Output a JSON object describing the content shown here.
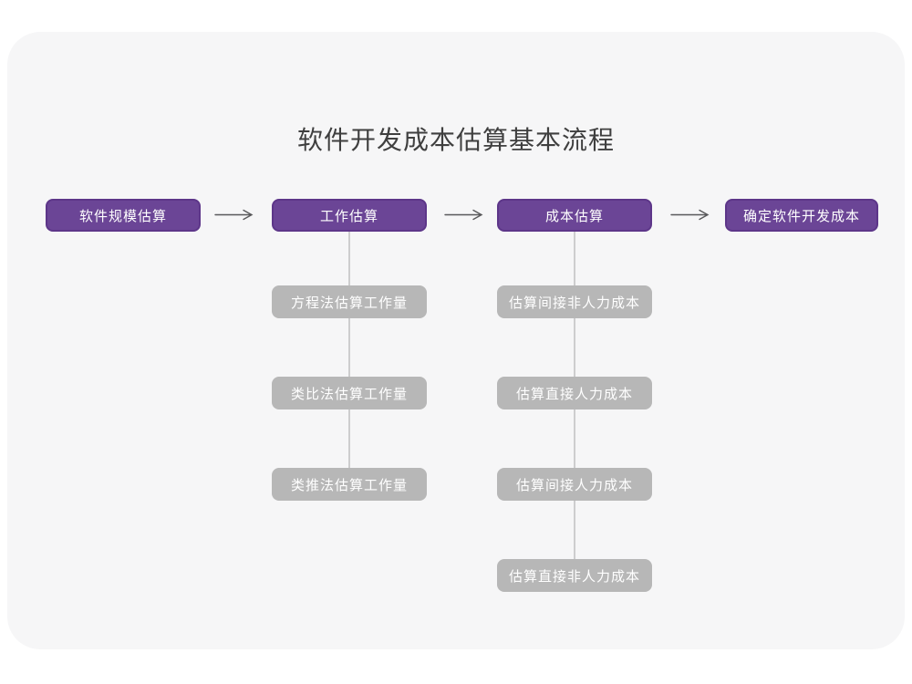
{
  "title": "软件开发成本估算基本流程",
  "colors": {
    "page_bg": "#ffffff",
    "card_bg": "#f6f6f7",
    "stage_fill": "#6b4596",
    "stage_border": "#5d3689",
    "substep_fill": "#b7b7b7",
    "connector": "#cdcdce",
    "arrow": "#58585a",
    "title_color": "#3f3f3f",
    "box_text": "#ffffff"
  },
  "stages": [
    {
      "label": "软件规模估算"
    },
    {
      "label": "工作估算"
    },
    {
      "label": "成本估算"
    },
    {
      "label": "确定软件开发成本"
    }
  ],
  "work_substeps": [
    {
      "label": "方程法估算工作量"
    },
    {
      "label": "类比法估算工作量"
    },
    {
      "label": "类推法估算工作量"
    }
  ],
  "cost_substeps": [
    {
      "label": "估算间接非人力成本"
    },
    {
      "label": "估算直接人力成本"
    },
    {
      "label": "估算间接人力成本"
    },
    {
      "label": "估算直接非人力成本"
    }
  ]
}
